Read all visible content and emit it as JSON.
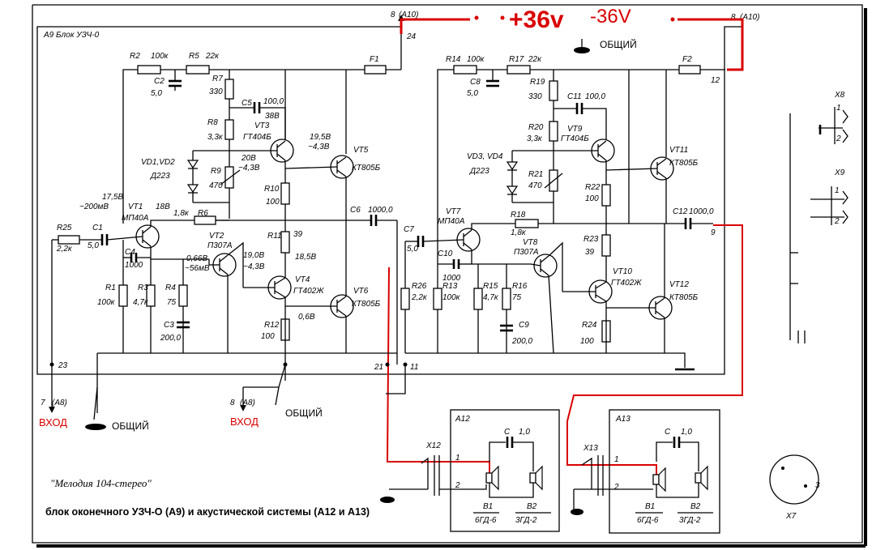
{
  "annotations": {
    "plus36": "+36v",
    "minus36": "-36V",
    "obshchiy": "ОБЩИЙ",
    "vkhod": "ВХОД"
  },
  "block": {
    "title": "А9 Блок УЗЧ-0",
    "caption_model": "\"Мелодия 104-стерео\"",
    "caption": "блок оконечного УЗЧ-О (А9) и акустической системы (А12 и А13)"
  },
  "pins": {
    "p8_left": "8",
    "a10_left": "(А10)",
    "p24": "24",
    "p8_right": "8",
    "a10_right": "(А10)",
    "p12": "12",
    "p9": "9",
    "p23": "23",
    "p21": "21",
    "p11": "11",
    "p7_in": "7",
    "a8_in": "(А8)",
    "p8_gnd": "8",
    "a8_gnd": "(А8)",
    "x7": "Х7",
    "x8": "Х8",
    "x9": "Х9",
    "x12": "Х12",
    "x13": "Х13",
    "x_pin1": "1",
    "x_pin2": "2",
    "x7_pin3": "3"
  },
  "left_channel": {
    "r2": "R2",
    "r2v": "100к",
    "r5": "R5",
    "r5v": "22к",
    "f1": "F1",
    "c2": "C2",
    "c2v": "5,0",
    "r7": "R7",
    "r7v": "330",
    "c5": "C5",
    "c5v": "100,0",
    "v388": "38В",
    "r8": "R8",
    "r8v": "3,3к",
    "vt3": "VT3",
    "vt3t": "ГТ404Б",
    "v1958": "19,5В",
    "v438a": "~4,3В",
    "vt5": "VT5",
    "vt5t": "КТ805Б",
    "vd": "VD1,VD2",
    "vdt": "Д223",
    "r9": "R9",
    "r9v": "470",
    "v208": "20В",
    "v438b": "~4,3В",
    "r10": "R10",
    "r10v": "100",
    "c6": "C6",
    "c6v": "1000,0",
    "v1758": "17,5В",
    "v200": "~200мВ",
    "vt1": "VT1",
    "vt1t": "МП40А",
    "v188": "18В",
    "v18k": "1,8к",
    "r6": "R6",
    "r25": "R25",
    "r25v": "2,2к",
    "c1": "C1",
    "c1v": "5,0",
    "c4": "C4",
    "c4v": "1000",
    "vt2": "VT2",
    "vt2t": "П307А",
    "v0668": "0,66В",
    "v56": "~56мВ",
    "r11": "R11",
    "r11v": "39",
    "v1858": "18,5В",
    "v1908": "19,0В",
    "v438c": "~4,3В",
    "vt4": "VT4",
    "vt4t": "ГТ402Ж",
    "vt6": "VT6",
    "vt6t": "КТ805Б",
    "v068": "0,6В",
    "r1": "R1",
    "r1v": "100к",
    "r3": "R3",
    "r3v": "4,7к",
    "r4": "R4",
    "r4v": "75",
    "c3": "C3",
    "c3v": "200,0",
    "r12": "R12",
    "r12v": "100"
  },
  "right_channel": {
    "r14": "R14",
    "r14v": "100к",
    "r17": "R17",
    "r17v": "22к",
    "f2": "F2",
    "c8": "C8",
    "c8v": "5,0",
    "r19": "R19",
    "r19v": "330",
    "c11": "C11",
    "c11v": "100,0",
    "r20": "R20",
    "r20v": "3,3к",
    "vt9": "VT9",
    "vt9t": "ГТ404Б",
    "vt11": "VT11",
    "vt11t": "КТ805Б",
    "vd": "VD3, VD4",
    "vdt": "Д223",
    "r21": "R21",
    "r21v": "470",
    "r22": "R22",
    "r22v": "100",
    "c12": "C12",
    "c12v": "1000,0",
    "vt7": "VT7",
    "vt7t": "МП40А",
    "r18": "R18",
    "r18v": "1,8к",
    "vt8": "VT8",
    "vt8t": "П307А",
    "c7": "C7",
    "c7v": "5,0",
    "c10": "C10",
    "c10v": "1000",
    "r23": "R23",
    "r23v": "39",
    "vt10": "VT10",
    "vt10t": "ГТ402Ж",
    "vt12": "VT12",
    "vt12t": "КТ805Б",
    "r26": "R26",
    "r26v": "2,2к",
    "r13": "R13",
    "r13v": "100к",
    "r15": "R15",
    "r15v": "4,7к",
    "r16": "R16",
    "r16v": "75",
    "c9": "C9",
    "c9v": "200,0",
    "r24": "R24",
    "r24v": "100"
  },
  "speakers": [
    {
      "id": "А12",
      "c": "C",
      "cv": "1,0",
      "b1": "B1",
      "b1t": "6ГД-6",
      "b2": "B2",
      "b2t": "3ГД-2"
    },
    {
      "id": "А13",
      "c": "C",
      "cv": "1,0",
      "b1": "B1",
      "b1t": "6ГД-6",
      "b2": "B2",
      "b2t": "3ГД-2"
    }
  ],
  "colors": {
    "annotation_red": "#d90000",
    "ink": "#000000"
  }
}
